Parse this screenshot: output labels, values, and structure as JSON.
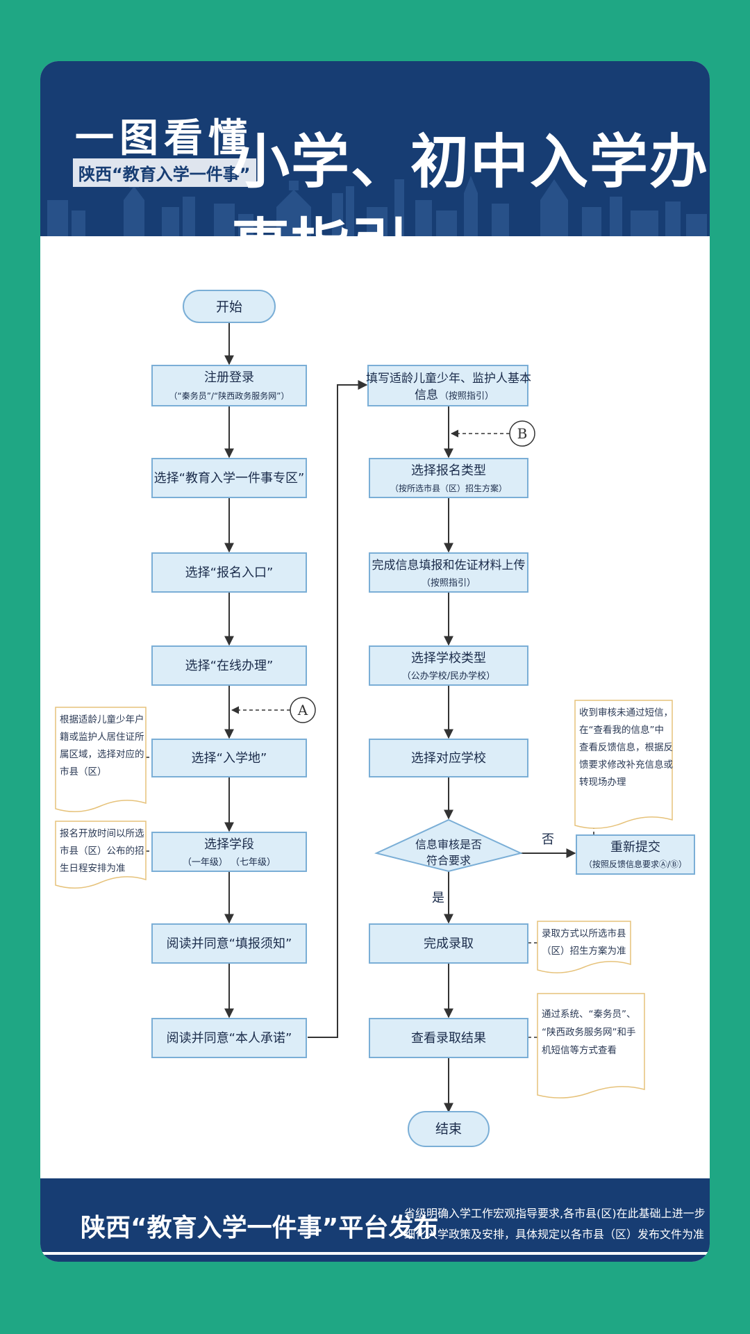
{
  "header": {
    "title_small": "一图看懂",
    "subtitle": "陕西“教育入学一件事”",
    "title_big": "小学、初中入学办事指引"
  },
  "flow": {
    "start": "开始",
    "register": {
      "label": "注册登录",
      "sub": "（“秦务员”/“陕西政务服务网”）"
    },
    "select_zone": "选择“教育入学一件事专区”",
    "select_entry": "选择“报名入口”",
    "select_online": "选择“在线办理”",
    "connector_a": "A",
    "select_place": "选择“入学地”",
    "select_stage": {
      "label": "选择学段",
      "sub": "（一年级）  （七年级）"
    },
    "read_notice": "阅读并同意“填报须知”",
    "read_promise": "阅读并同意“本人承诺”",
    "fill_info": {
      "line1": "填写适龄儿童少年、监护人基本",
      "line2": "信息",
      "sub": "（按照指引）"
    },
    "connector_b": "B",
    "select_type": {
      "label": "选择报名类型",
      "sub": "（按所选市县（区）招生方案）"
    },
    "complete_upload": {
      "label": "完成信息填报和佐证材料上传",
      "sub": "（按照指引）"
    },
    "select_school_type": {
      "label": "选择学校类型",
      "sub": "（公办学校/民办学校）"
    },
    "select_school": "选择对应学校",
    "review": {
      "line1": "信息审核是否",
      "line2": "符合要求"
    },
    "no_label": "否",
    "yes_label": "是",
    "resubmit": {
      "label": "重新提交",
      "sub": "（按照反馈信息要求Ⓐ/Ⓑ）"
    },
    "admission": "完成录取",
    "view_result": "查看录取结果",
    "end": "结束"
  },
  "notes": {
    "place_note": [
      "根据适龄儿童少年户",
      "籍或监护人居住证所",
      "属区域，选择对应的",
      "市县（区）"
    ],
    "stage_note": [
      "报名开放时间以所选",
      "市县（区）公布的招",
      "生日程安排为准"
    ],
    "failed_note": [
      "收到审核未通过短信，",
      "在“查看我的信息”中",
      "查看反馈信息，根据反",
      "馈要求修改补充信息或",
      "转现场办理"
    ],
    "admission_note": [
      "录取方式以所选市县",
      "（区）招生方案为准"
    ],
    "result_note": [
      "通过系统、“秦务员”、",
      "“陕西政务服务网”和手",
      "机短信等方式查看"
    ]
  },
  "footer": {
    "left": "陕西“教育入学一件事”平台发布",
    "right_line1": "省级明确入学工作宏观指导要求,各市县(区)在此基础上进一步",
    "right_line2": "细化入学政策及安排，具体规定以各市县（区）发布文件为准"
  },
  "colors": {
    "background": "#1fa784",
    "header": "#173d73",
    "box_fill": "#dcedf8",
    "box_border": "#7aaed6",
    "note_border": "#e6c27a",
    "arrow": "#333333"
  }
}
